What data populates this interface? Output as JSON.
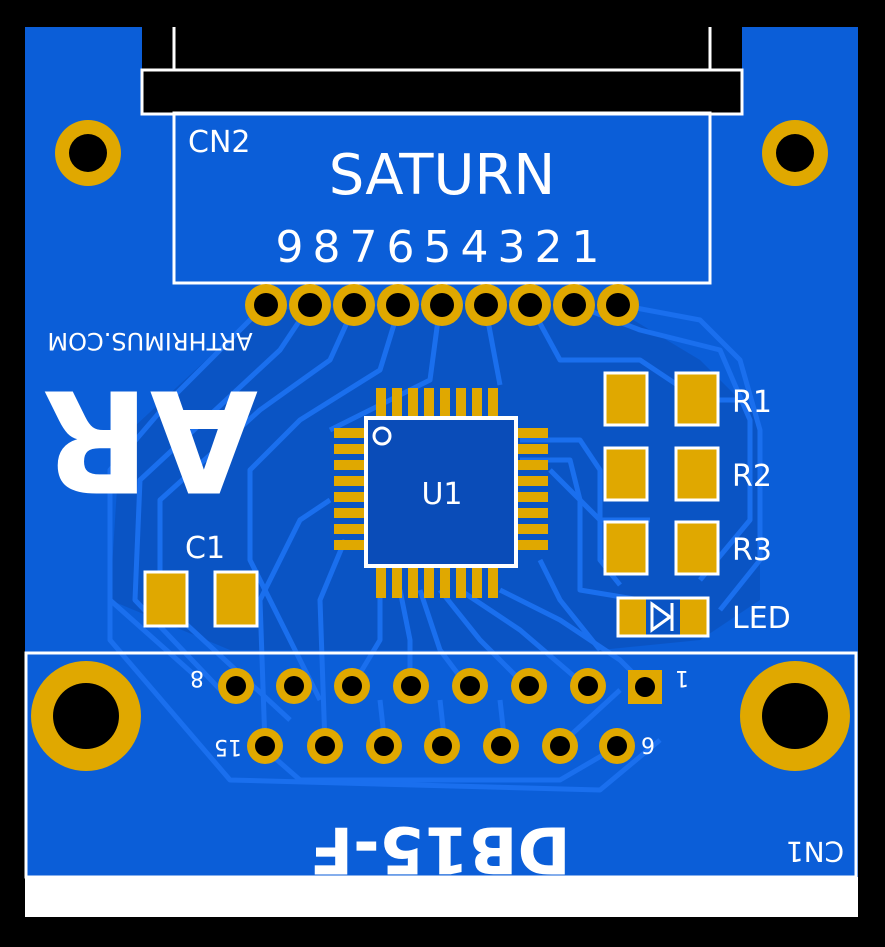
{
  "colors": {
    "background": "#000000",
    "board": "#0b5ed8",
    "copper_fill": "#0a55c6",
    "trace": "#1669e8",
    "pad": "#e0a800",
    "silkscreen": "#ffffff",
    "ic_body": "#0a45a8"
  },
  "connector_top": {
    "ref": "CN2",
    "label": "SATURN",
    "pin_numbers": "987654321"
  },
  "logo": {
    "text": "ARTHRIMUS.COM",
    "letters": "AR"
  },
  "ic": {
    "ref": "U1"
  },
  "resistors": [
    {
      "ref": "R1"
    },
    {
      "ref": "R2"
    },
    {
      "ref": "R3"
    }
  ],
  "led": {
    "ref": "LED"
  },
  "capacitor": {
    "ref": "C1"
  },
  "connector_bottom": {
    "ref": "CN1",
    "label": "DB15-F",
    "pin_labels": {
      "top_left": "8",
      "top_right": "1",
      "bottom_left": "15",
      "bottom_right": "9"
    }
  }
}
